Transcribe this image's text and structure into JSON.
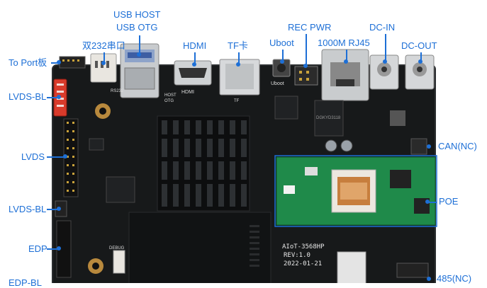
{
  "labels": {
    "usb_host": "USB HOST",
    "usb_otg": "USB OTG",
    "rs232": "双232串口",
    "hdmi": "HDMI",
    "tf": "TF卡",
    "uboot": "Uboot",
    "rec_pwr": "REC PWR",
    "rj45": "1000M RJ45",
    "dc_in": "DC-IN",
    "dc_out": "DC-OUT",
    "to_port": "To Port板",
    "lvds_bl_top": "LVDS-BL",
    "lvds": "LVDS",
    "lvds_bl_bottom": "LVDS-BL",
    "edp": "EDP",
    "can": "CAN(NC)",
    "poe": "POE",
    "rs485": "485(NC)",
    "edp_cut": "EDP-BL"
  },
  "silkscreen": {
    "model": "AIoT-3568HP",
    "rev": "REV:1.0",
    "date": "2022-01-21",
    "hdmi_mark": "HDMI",
    "uboot_mark": "Uboot",
    "rs232_mark": "RS232",
    "host_mark": "HOST",
    "otg_mark": "OTG",
    "tf_mark": "TF",
    "chip_mark": "DGKYD3118",
    "debug_mark": "DEBUG"
  },
  "colors": {
    "accent": "#1d6fd6",
    "pcb": "#17191a",
    "poe_pcb": "#1f8a4a"
  }
}
